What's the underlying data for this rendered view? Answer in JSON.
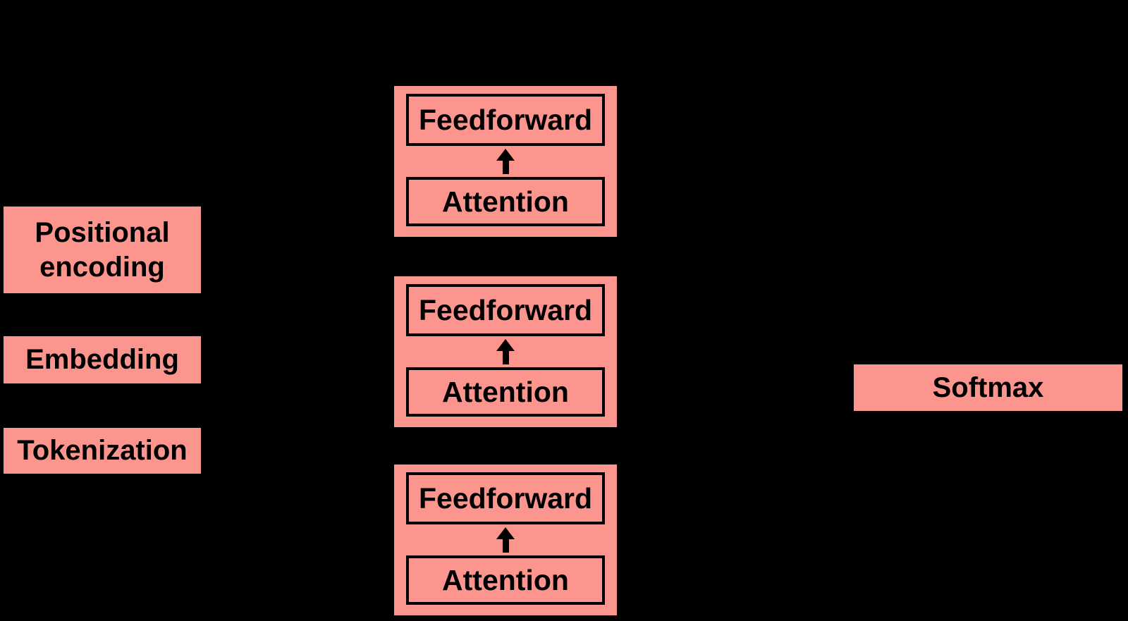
{
  "colors": {
    "background": "#000000",
    "box_fill": "#FB958D",
    "outline_and_text": "#000000"
  },
  "icons": {
    "up_arrow": "↑"
  },
  "input_pipeline": {
    "positional_encoding_label": "Positional\nencoding",
    "embedding_label": "Embedding",
    "tokenization_label": "Tokenization"
  },
  "transformer_blocks": [
    {
      "feedforward_label": "Feedforward",
      "attention_label": "Attention"
    },
    {
      "feedforward_label": "Feedforward",
      "attention_label": "Attention"
    },
    {
      "feedforward_label": "Feedforward",
      "attention_label": "Attention"
    }
  ],
  "output": {
    "softmax_label": "Softmax"
  }
}
